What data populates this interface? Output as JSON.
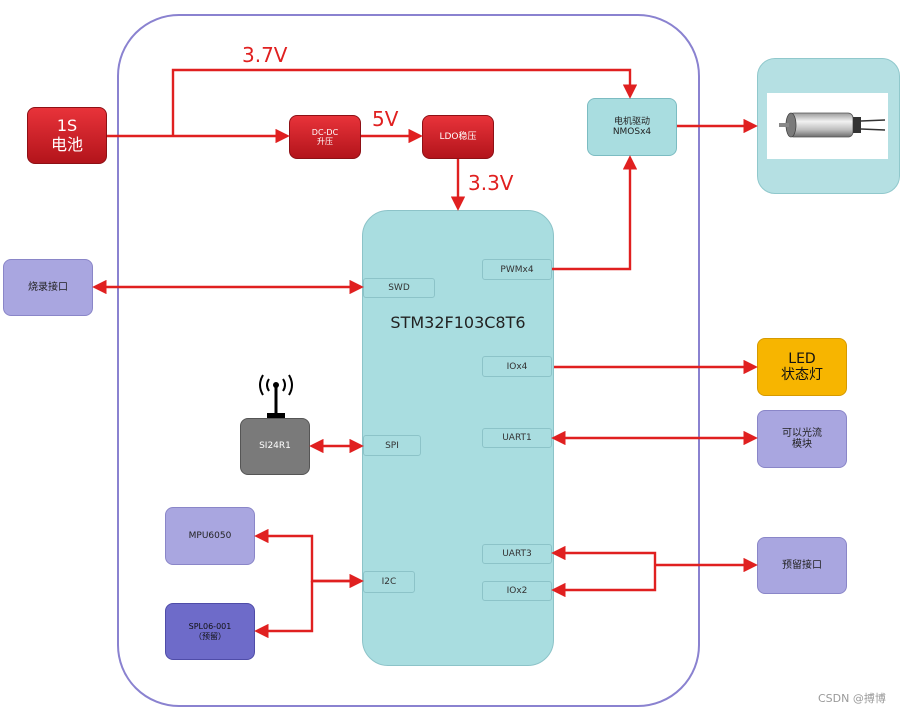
{
  "battery": {
    "line1": "1S",
    "line2": "电池"
  },
  "dcdc": {
    "line1": "DC-DC",
    "line2": "升压"
  },
  "ldo": {
    "label": "LDO稳压"
  },
  "voltages": {
    "v37": "3.7V",
    "v5": "5V",
    "v33": "3.3V"
  },
  "motor_driver": {
    "line1": "电机驱动",
    "line2": "NMOSx4"
  },
  "mcu": {
    "name": "STM32F103C8T6",
    "pins": {
      "swd": "SWD",
      "pwm": "PWMx4",
      "io4": "IOx4",
      "uart1": "UART1",
      "spi": "SPI",
      "uart3": "UART3",
      "i2c": "I2C",
      "io2": "IOx2"
    }
  },
  "debug_port": {
    "label": "烧录接口"
  },
  "radio": {
    "label": "SI24R1"
  },
  "mpu": {
    "label": "MPU6050"
  },
  "spl": {
    "line1": "SPL06-001",
    "line2": "（预留）"
  },
  "led": {
    "line1": "LED",
    "line2": "状态灯"
  },
  "optical_flow": {
    "line1": "可以光流",
    "line2": "模块"
  },
  "reserved_port": {
    "label": "预留接口"
  },
  "watermark": "CSDN @搏博",
  "colors": {
    "arrow": "#e02020",
    "board_border": "#8a82d0",
    "mcu_fill": "#a9dde0",
    "led_fill": "#f7b500"
  }
}
